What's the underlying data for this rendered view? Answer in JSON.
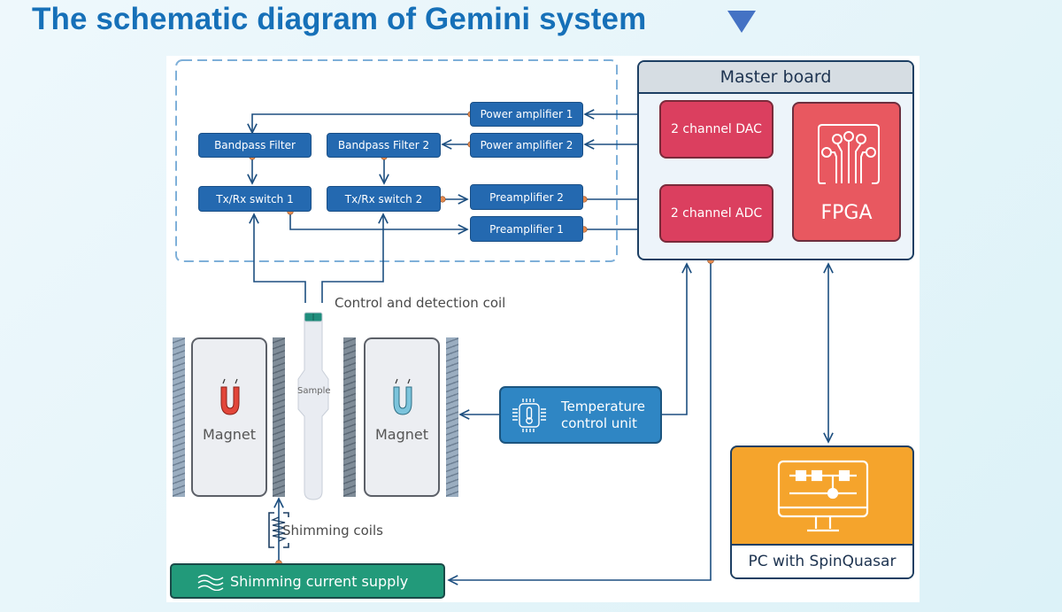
{
  "title": "The schematic diagram of Gemini system",
  "title_marker": "down-triangle",
  "colors": {
    "title": "#1670b8",
    "rf_block": "#2469b0",
    "converter_block": "#db3f5f",
    "fpga_block": "#e85860",
    "temperature_block": "#2f86c4",
    "pc_block": "#f5a42c",
    "shimming_block": "#229a7a",
    "connector_dot": "#e58a4e",
    "line": "#1d4f80"
  },
  "rf_section": {
    "power_amplifier_1": "Power amplifier 1",
    "power_amplifier_2": "Power amplifier 2",
    "bandpass_filter_1": "Bandpass Filter",
    "bandpass_filter_2": "Bandpass Filter 2",
    "txrx_switch_1": "Tx/Rx switch 1",
    "txrx_switch_2": "Tx/Rx switch 2",
    "preamplifier_2": "Preamplifier 2",
    "preamplifier_1": "Preamplifier 1"
  },
  "master_board": {
    "title": "Master board",
    "dac": "2 channel DAC",
    "adc": "2 channel ADC",
    "fpga": "FPGA"
  },
  "coil_label": "Control and detection coil",
  "sample_label": "Sample",
  "magnets": [
    {
      "label": "Magnet",
      "icon_color": "#e2463a"
    },
    {
      "label": "Magnet",
      "icon_color": "#7cc4dc"
    }
  ],
  "temperature_unit": {
    "line1": "Temperature",
    "line2": "control unit"
  },
  "pc": {
    "label": "PC with SpinQuasar"
  },
  "shimming_coils_label": "Shimming coils",
  "shimming_supply": {
    "label": "Shimming current supply"
  }
}
